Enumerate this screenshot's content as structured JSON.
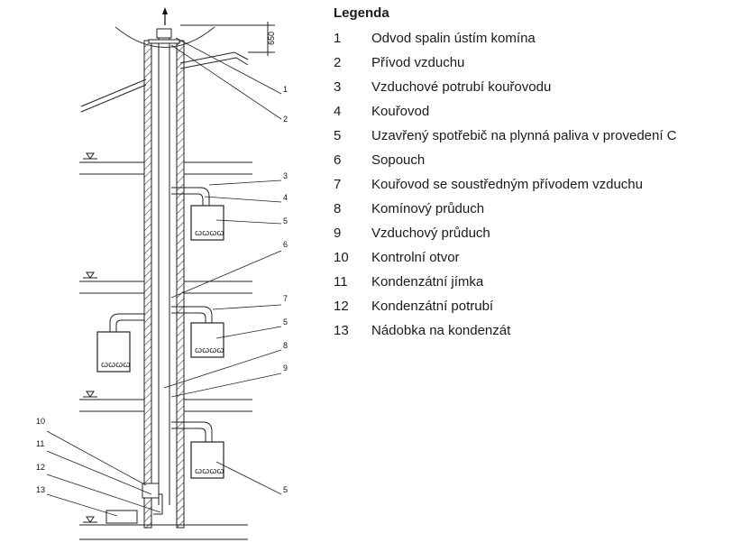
{
  "legend": {
    "title": "Legenda",
    "items": [
      {
        "num": "1",
        "text": "Odvod spalin ústím komína"
      },
      {
        "num": "2",
        "text": "Přívod vzduchu"
      },
      {
        "num": "3",
        "text": "Vzduchové potrubí kouřovodu"
      },
      {
        "num": "4",
        "text": "Kouřovod"
      },
      {
        "num": "5",
        "text": "Uzavřený spotřebič na plynná paliva v provedení C"
      },
      {
        "num": "6",
        "text": "Sopouch"
      },
      {
        "num": "7",
        "text": "Kouřovod se soustředným přívodem vzduchu"
      },
      {
        "num": "8",
        "text": "Komínový průduch"
      },
      {
        "num": "9",
        "text": "Vzduchový průduch"
      },
      {
        "num": "10",
        "text": "Kontrolní otvor"
      },
      {
        "num": "11",
        "text": "Kondenzátní jímka"
      },
      {
        "num": "12",
        "text": "Kondenzátní potrubí"
      },
      {
        "num": "13",
        "text": "Nádobka na kondenzát"
      }
    ]
  },
  "drawing": {
    "dimension": "650",
    "callouts_right": [
      "1",
      "2",
      "3",
      "4",
      "5",
      "6",
      "7",
      "5",
      "8",
      "9",
      "5"
    ],
    "callouts_left": [
      "10",
      "11",
      "12",
      "13"
    ]
  }
}
